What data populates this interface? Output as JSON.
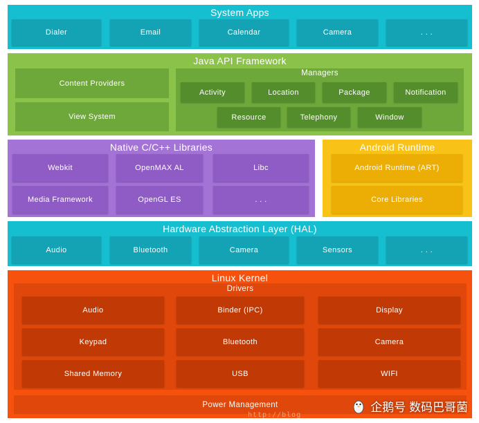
{
  "system_apps": {
    "title": "System Apps",
    "items": [
      "Dialer",
      "Email",
      "Calendar",
      "Camera",
      ". . ."
    ]
  },
  "java_api": {
    "title": "Java API Framework",
    "content_providers": "Content Providers",
    "view_system": "View System",
    "managers": {
      "title": "Managers",
      "items": [
        "Activity",
        "Location",
        "Package",
        "Notification",
        "Resource",
        "Telephony",
        "Window"
      ]
    }
  },
  "native_libs": {
    "title": "Native C/C++ Libraries",
    "items": [
      "Webkit",
      "OpenMAX AL",
      "Libc",
      "Media Framework",
      "OpenGL ES",
      ". . ."
    ]
  },
  "android_runtime": {
    "title": "Android Runtime",
    "items": [
      "Android Runtime (ART)",
      "Core Libraries"
    ]
  },
  "hal": {
    "title": "Hardware Abstraction Layer (HAL)",
    "items": [
      "Audio",
      "Bluetooth",
      "Camera",
      "Sensors",
      ". . ."
    ]
  },
  "linux_kernel": {
    "title": "Linux Kernel",
    "drivers": {
      "title": "Drivers",
      "items": [
        "Audio",
        "Binder (IPC)",
        "Display",
        "Keypad",
        "Bluetooth",
        "Camera",
        "Shared Memory",
        "USB",
        "WIFI"
      ]
    },
    "power_management": "Power Management"
  },
  "watermark": {
    "text": "企鹅号 数码巴哥菌",
    "url_fragment": "http://blog",
    "icon": "penguin-icon"
  },
  "colors": {
    "system_apps": "#16bfd0",
    "java_api": "#8bc24a",
    "native_libs": "#a373d6",
    "android_runtime": "#f8c316",
    "hal": "#16bfd0",
    "linux_kernel": "#f6520e"
  }
}
